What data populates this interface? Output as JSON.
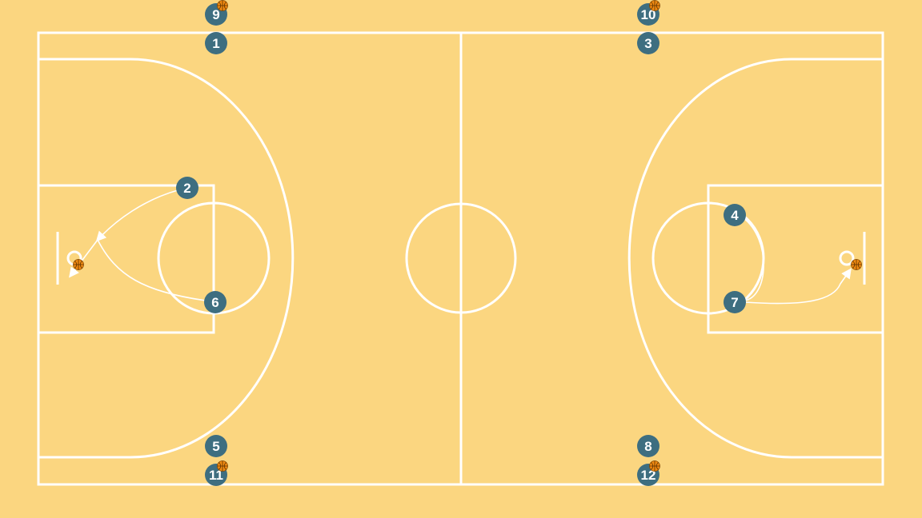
{
  "colors": {
    "court": "#FBD680",
    "lines": "#FFFFFF",
    "player": "#3E6E80",
    "ball": "#F08A12"
  },
  "players": [
    {
      "id": "9",
      "label": "9",
      "has_ball": true
    },
    {
      "id": "1",
      "label": "1",
      "has_ball": false
    },
    {
      "id": "10",
      "label": "10",
      "has_ball": true
    },
    {
      "id": "3",
      "label": "3",
      "has_ball": false
    },
    {
      "id": "2",
      "label": "2",
      "has_ball": false
    },
    {
      "id": "6",
      "label": "6",
      "has_ball": false
    },
    {
      "id": "4",
      "label": "4",
      "has_ball": false
    },
    {
      "id": "7",
      "label": "7",
      "has_ball": false
    },
    {
      "id": "5",
      "label": "5",
      "has_ball": false
    },
    {
      "id": "11",
      "label": "11",
      "has_ball": true
    },
    {
      "id": "8",
      "label": "8",
      "has_ball": false
    },
    {
      "id": "12",
      "label": "12",
      "has_ball": true
    }
  ],
  "loose_balls": [
    "left-hoop",
    "right-hoop"
  ],
  "movements": [
    {
      "from": "2",
      "to": "left-hoop",
      "kind": "cut"
    },
    {
      "from": "6",
      "to": "left-hoop",
      "kind": "cut"
    },
    {
      "from": "4",
      "to": "7",
      "kind": "cut"
    },
    {
      "from": "7",
      "to": "right-hoop",
      "kind": "cut"
    }
  ]
}
